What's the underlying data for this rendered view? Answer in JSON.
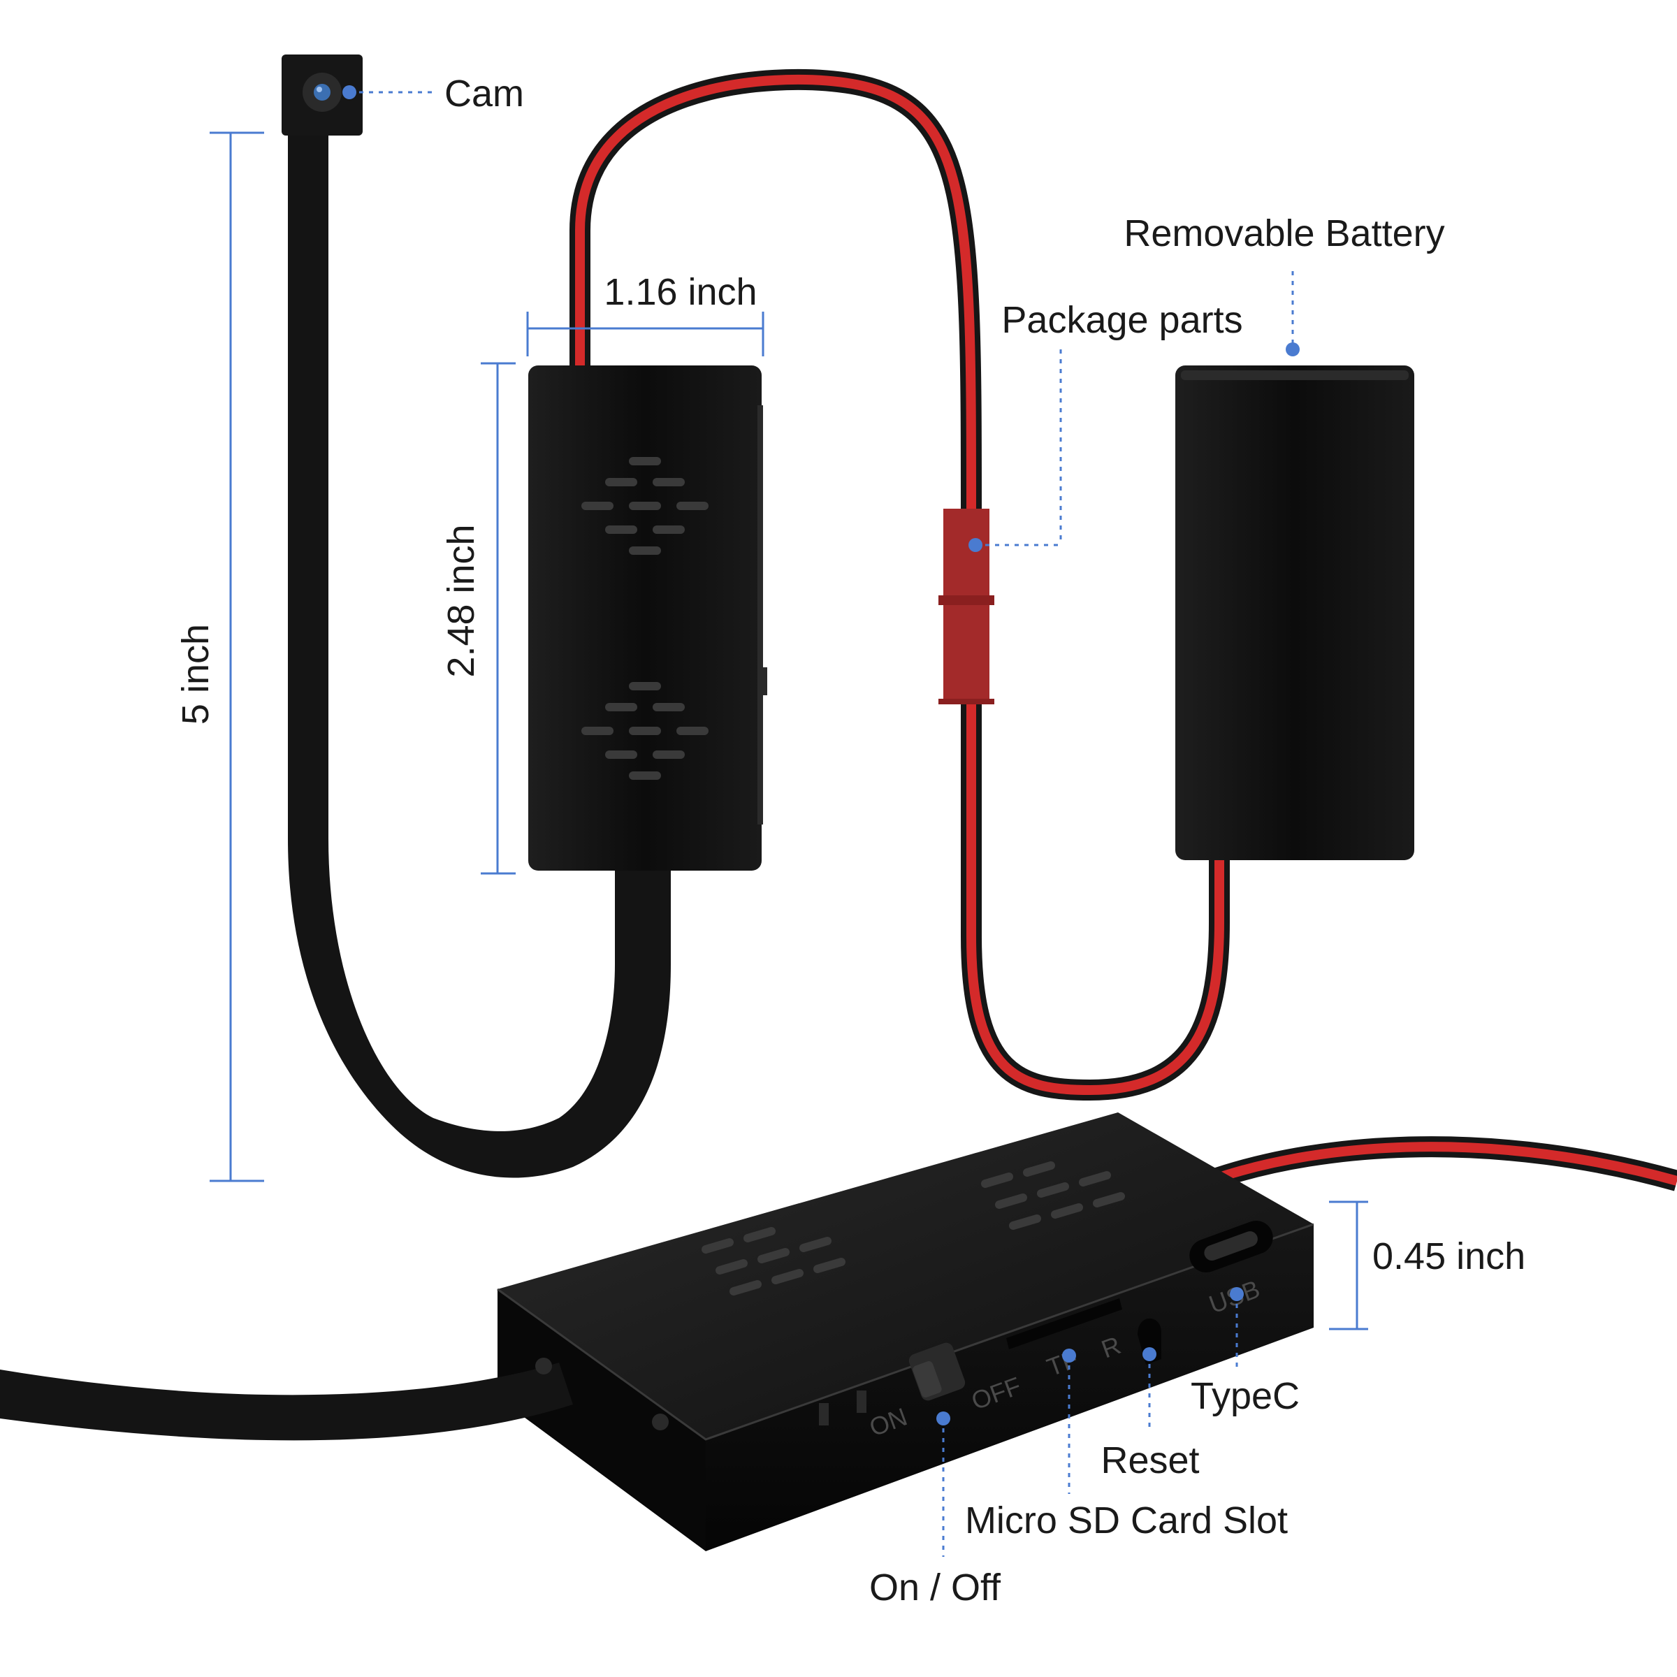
{
  "labels": {
    "cam": "Cam",
    "removable_battery": "Removable Battery",
    "package_parts": "Package parts",
    "width_dim": "1.16 inch",
    "height_dim": "2.48 inch",
    "cable_dim": "5 inch",
    "depth_dim": "0.45 inch",
    "typec": "TypeC",
    "reset": "Reset",
    "micro_sd": "Micro SD Card Slot",
    "on_off": "On / Off"
  },
  "device_markings": {
    "on": "ON",
    "off": "OFF",
    "tf": "TF",
    "r": "R",
    "usb": "USB"
  },
  "colors": {
    "accent": "#4a7bd0",
    "device_body": "#111111",
    "wire_red": "#d42a2a",
    "connector_red": "#a32a2a"
  }
}
